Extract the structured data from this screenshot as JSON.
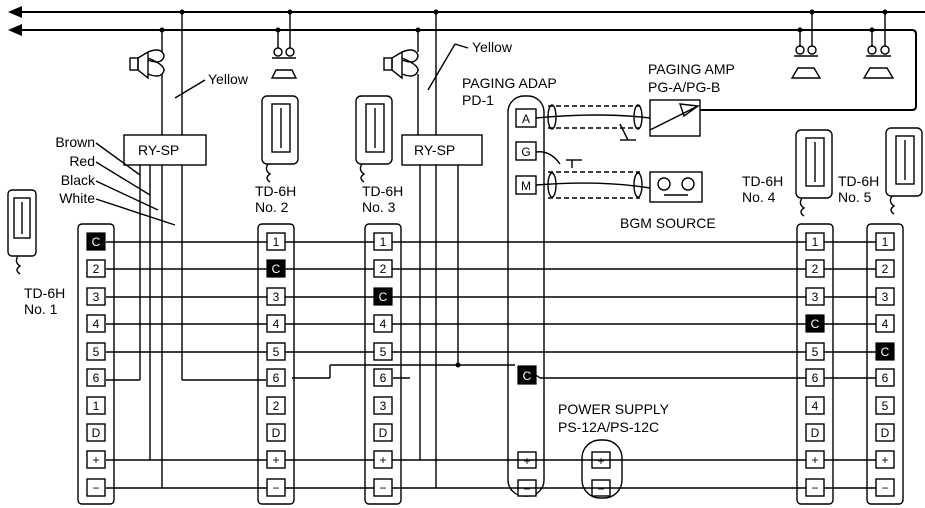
{
  "labels": {
    "yellow_1": "Yellow",
    "yellow_2": "Yellow",
    "brown": "Brown",
    "red": "Red",
    "black": "Black",
    "white": "White",
    "rysp_1": "RY-SP",
    "rysp_2": "RY-SP",
    "paging_adap": "PAGING ADAP",
    "pd1": "PD-1",
    "paging_amp": "PAGING AMP",
    "pg_ab": "PG-A/PG-B",
    "bgm_source": "BGM SOURCE",
    "power_supply": "POWER SUPPLY",
    "ps_models": "PS-12A/PS-12C"
  },
  "adapter_terminals": [
    "A",
    "G",
    "M"
  ],
  "adapter_common": "C",
  "power_terminals": [
    "+",
    "−"
  ],
  "stations": [
    {
      "name": "TD-6H",
      "no": "No. 1",
      "terms": [
        "C",
        "2",
        "3",
        "4",
        "5",
        "6",
        "1",
        "D",
        "+",
        "−"
      ]
    },
    {
      "name": "TD-6H",
      "no": "No. 2",
      "terms": [
        "1",
        "C",
        "3",
        "4",
        "5",
        "6",
        "2",
        "D",
        "+",
        "−"
      ]
    },
    {
      "name": "TD-6H",
      "no": "No. 3",
      "terms": [
        "1",
        "2",
        "C",
        "4",
        "5",
        "6",
        "3",
        "D",
        "+",
        "−"
      ]
    },
    {
      "name": "TD-6H",
      "no": "No. 4",
      "terms": [
        "1",
        "2",
        "3",
        "C",
        "5",
        "6",
        "4",
        "D",
        "+",
        "−"
      ]
    },
    {
      "name": "TD-6H",
      "no": "No. 5",
      "terms": [
        "1",
        "2",
        "3",
        "4",
        "C",
        "6",
        "5",
        "D",
        "+",
        "−"
      ]
    }
  ]
}
